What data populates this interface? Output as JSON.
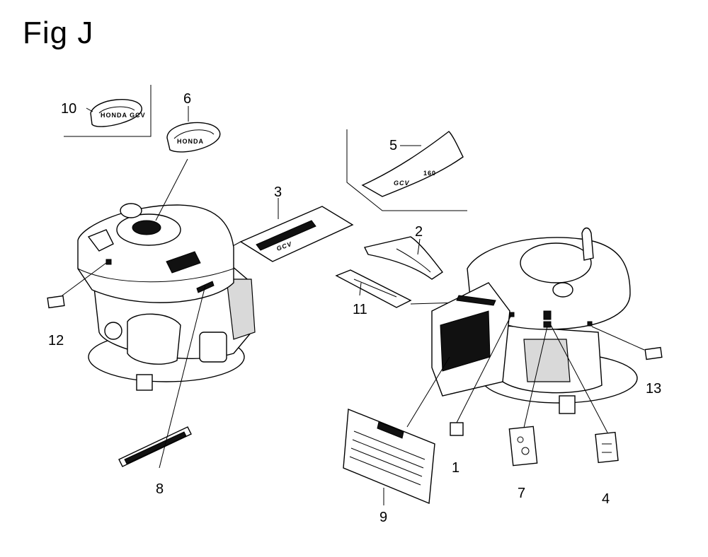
{
  "figure_title": "Fig J",
  "callouts": [
    "1",
    "2",
    "3",
    "4",
    "5",
    "6",
    "7",
    "8",
    "9",
    "10",
    "11",
    "12",
    "13"
  ],
  "decal_texts": {
    "engine_model": "GCV",
    "engine_model_number": "160"
  }
}
